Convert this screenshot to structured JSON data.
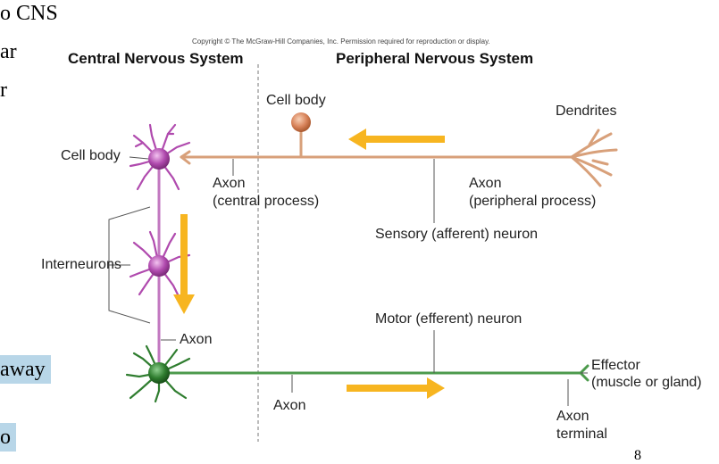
{
  "slide": {
    "fragments": [
      "o CNS",
      "ar",
      "r",
      "away",
      "o"
    ],
    "page_number": "8"
  },
  "copyright": "Copyright © The McGraw-Hill Companies, Inc. Permission required for reproduction or display.",
  "headers": {
    "central": "Central Nervous System",
    "peripheral": "Peripheral Nervous System"
  },
  "labels": {
    "cell_body_sensory": "Cell body",
    "dendrites": "Dendrites",
    "cell_body_cns": "Cell body",
    "axon_central_1": "Axon",
    "axon_central_2": "(central process)",
    "axon_peripheral_1": "Axon",
    "axon_peripheral_2": "(peripheral process)",
    "sensory_neuron": "Sensory (afferent) neuron",
    "interneurons": "Interneurons",
    "motor_neuron": "Motor (efferent) neuron",
    "axon_interneuron": "Axon",
    "effector_1": "Effector",
    "effector_2": "(muscle or gland)",
    "axon_motor": "Axon",
    "axon_terminal_1": "Axon",
    "axon_terminal_2": "terminal"
  },
  "colors": {
    "sensory": "#d8a07a",
    "interneuron": "#c277c0",
    "motor": "#4c9a4c",
    "arrow": "#f7b520",
    "highlight": "#b8d6e8"
  }
}
